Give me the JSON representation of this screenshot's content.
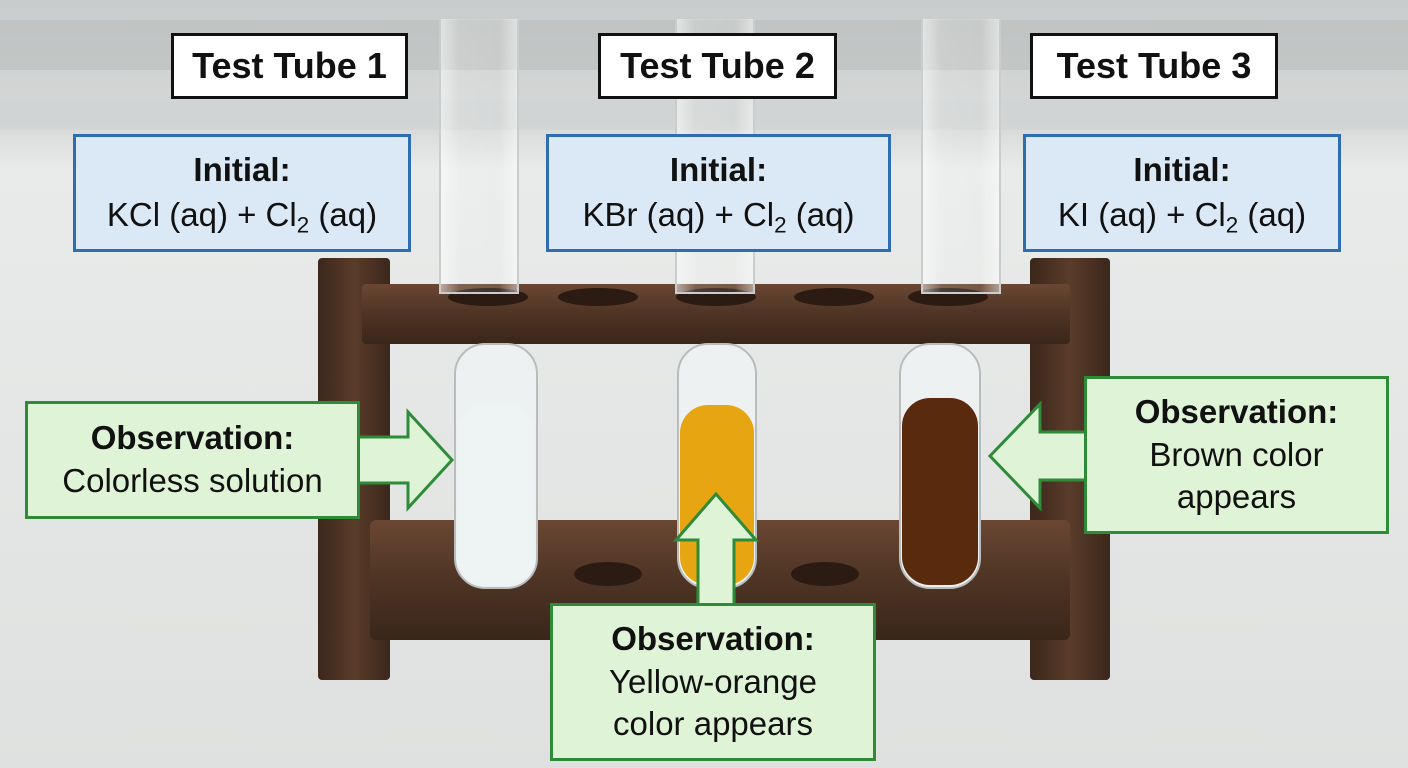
{
  "tubes": [
    {
      "title": "Test Tube 1",
      "initial": {
        "heading": "Initial:",
        "formula_a": "KCl (aq) + Cl",
        "sub": "2",
        "formula_b": " (aq)"
      },
      "observation": {
        "heading": "Observation:",
        "lines": [
          "Colorless solution"
        ]
      },
      "liquid_color": "#eef3f3"
    },
    {
      "title": "Test Tube 2",
      "initial": {
        "heading": "Initial:",
        "formula_a": "KBr (aq) + Cl",
        "sub": "2",
        "formula_b": " (aq)"
      },
      "observation": {
        "heading": "Observation:",
        "lines": [
          "Yellow-orange",
          "color appears"
        ]
      },
      "liquid_color": "#e8a512"
    },
    {
      "title": "Test Tube 3",
      "initial": {
        "heading": "Initial:",
        "formula_a": "KI (aq) + Cl",
        "sub": "2",
        "formula_b": " (aq)"
      },
      "observation": {
        "heading": "Observation:",
        "lines": [
          "Brown color",
          "appears"
        ]
      },
      "liquid_color": "#5a2a0e"
    }
  ],
  "colors": {
    "title_border": "#111111",
    "initial_fill": "#dbe9f7",
    "initial_border": "#2f6db3",
    "observation_fill": "#dff3d6",
    "observation_border": "#2e8b38",
    "rack_wood": "#4e3424"
  }
}
